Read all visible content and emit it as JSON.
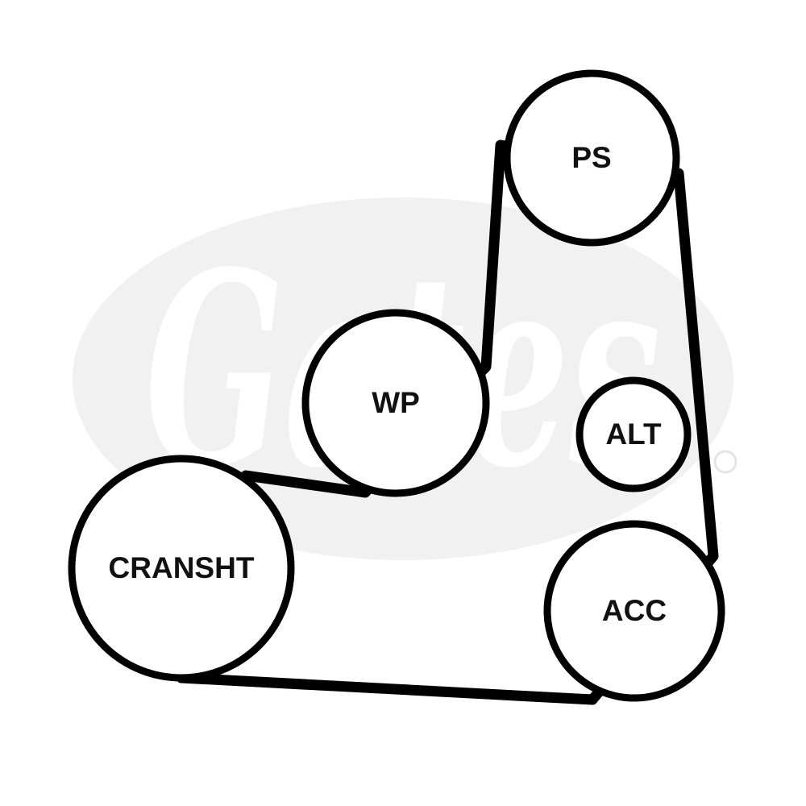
{
  "diagram": {
    "colors": {
      "belt": "#000000",
      "pulley_stroke": "#000000",
      "label": "#111111",
      "watermark": "#f1f1f1"
    },
    "watermark": {
      "icon": "brand-logo-watermark",
      "text": "Gates"
    },
    "pulleys": [
      {
        "id": "ps",
        "label": "PS"
      },
      {
        "id": "wp",
        "label": "WP"
      },
      {
        "id": "alt",
        "label": "ALT"
      },
      {
        "id": "cransht",
        "label": "CRANSHT"
      },
      {
        "id": "acc",
        "label": "ACC"
      }
    ]
  }
}
